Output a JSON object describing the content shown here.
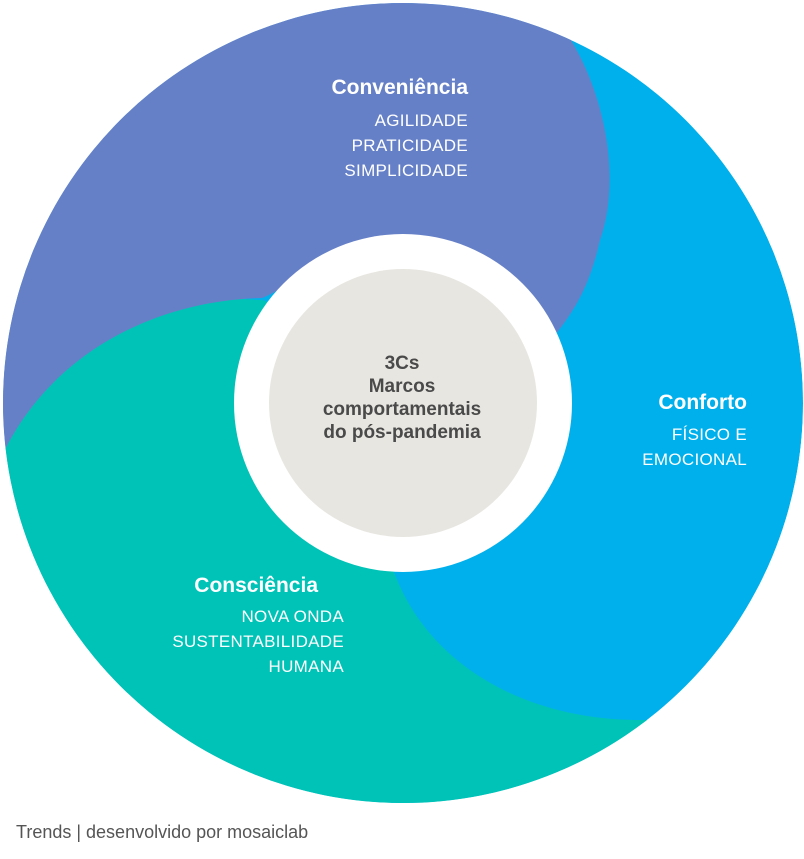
{
  "colors": {
    "convenience": "#6680c8",
    "comfort": "#00b0ec",
    "conscience": "#00c3b7",
    "center_fill": "#e8e6e0",
    "center_text": "#4a4a4a",
    "footer_text": "#555555"
  },
  "center": {
    "lines": [
      "3Cs",
      "Marcos",
      "comportamentais",
      "do pós-pandemia"
    ]
  },
  "segments": [
    {
      "id": "convenience",
      "title": "Conveniência",
      "items": [
        "AGILIDADE",
        "PRATICIDADE",
        "SIMPLICIDADE"
      ]
    },
    {
      "id": "comfort",
      "title": "Conforto",
      "items": [
        "FÍSICO E",
        "EMOCIONAL"
      ]
    },
    {
      "id": "conscience",
      "title": "Consciência",
      "items": [
        "NOVA ONDA",
        "SUSTENTABILIDADE",
        "HUMANA"
      ]
    }
  ],
  "footer": "Trends |  desenvolvido por mosaiclab"
}
